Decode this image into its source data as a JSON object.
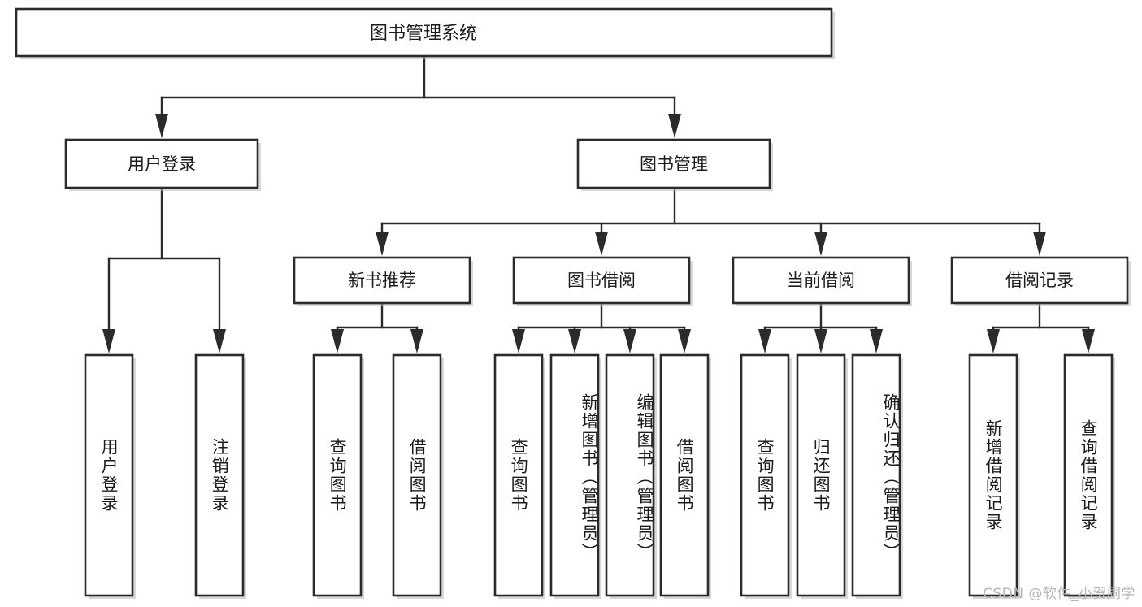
{
  "diagram": {
    "type": "tree",
    "orientation": "top-down",
    "title": "图书管理系统",
    "root": {
      "id": "root",
      "label": "图书管理系统"
    },
    "level2": [
      {
        "id": "user-login",
        "label": "用户登录"
      },
      {
        "id": "book-manage",
        "label": "图书管理"
      }
    ],
    "level3": [
      {
        "id": "new-book-recommend",
        "label": "新书推荐",
        "parent": "book-manage"
      },
      {
        "id": "book-borrow",
        "label": "图书借阅",
        "parent": "book-manage"
      },
      {
        "id": "current-borrow",
        "label": "当前借阅",
        "parent": "book-manage"
      },
      {
        "id": "borrow-record",
        "label": "借阅记录",
        "parent": "book-manage"
      }
    ],
    "leaves": [
      {
        "id": "leaf-user-login",
        "label": "用户登录",
        "parent": "user-login"
      },
      {
        "id": "leaf-logout",
        "label": "注销登录",
        "parent": "user-login"
      },
      {
        "id": "leaf-query-book-1",
        "label": "查询图书",
        "parent": "new-book-recommend"
      },
      {
        "id": "leaf-borrow-book-1",
        "label": "借阅图书",
        "parent": "new-book-recommend"
      },
      {
        "id": "leaf-query-book-2",
        "label": "查询图书",
        "parent": "book-borrow"
      },
      {
        "id": "leaf-add-book",
        "label": "新增图书（管理员）",
        "parent": "book-borrow"
      },
      {
        "id": "leaf-edit-book",
        "label": "编辑图书（管理员）",
        "parent": "book-borrow"
      },
      {
        "id": "leaf-borrow-book-2",
        "label": "借阅图书",
        "parent": "book-borrow"
      },
      {
        "id": "leaf-query-book-3",
        "label": "查询图书",
        "parent": "current-borrow"
      },
      {
        "id": "leaf-return-book",
        "label": "归还图书",
        "parent": "current-borrow"
      },
      {
        "id": "leaf-confirm-return",
        "label": "确认归还（管理员）",
        "parent": "current-borrow"
      },
      {
        "id": "leaf-add-record",
        "label": "新增借阅记录",
        "parent": "borrow-record"
      },
      {
        "id": "leaf-query-record",
        "label": "查询借阅记录",
        "parent": "borrow-record"
      }
    ],
    "colors": {
      "box_stroke": "#2b2b2b",
      "box_fill": "#ffffff",
      "connector": "#2b2b2b",
      "text": "#1c1c1c",
      "watermark": "#b6b6b6",
      "background": "#ffffff"
    }
  },
  "watermark": {
    "text": "CSDN @软件_小贺同学"
  }
}
